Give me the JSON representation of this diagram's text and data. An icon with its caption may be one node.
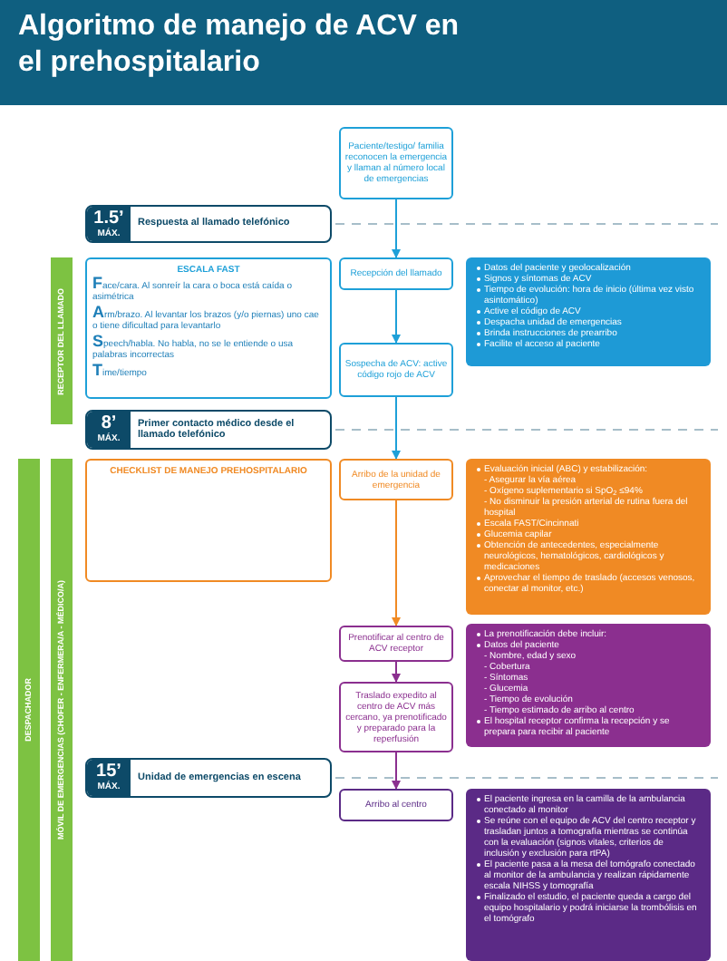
{
  "diagram": {
    "title": "Algoritmo de manejo de ACV en el prehospitalario",
    "nodes": [
      {
        "text": [
          "Paciente/testigo/ familia reconocen la emergencia y llaman al número local de emergencias"
        ]
      },
      {
        "text": [
          "1.5’",
          "MÁX.",
          "Respuesta al llamado telefónico"
        ]
      },
      {
        "text": [
          "RECEPTOR DEL LLAMADO"
        ]
      },
      {
        "text": [
          "ESCALA FAST",
          "**F**ace/cara. Al sonreír la cara o boca está caída o asimétrica",
          "**A**rm/brazo. Al levantar los brazos (y/o piernas) uno cae o tiene dificultad para levantarlo",
          "**S**peech/habla. No habla, no se le entiende o usa palabras incorrectas",
          "**T**ime/tiempo"
        ]
      },
      {
        "text": [
          "Recepción del llamado"
        ]
      },
      {
        "text": [
          "Datos del paciente y geolocalización",
          "Signos y síntomas de ACV",
          "Tiempo de evolución: hora de inicio (última vez visto asintomático)",
          "Active el código de ACV",
          "Despacha unidad de emergencias",
          "Brinda instrucciones de prearribo",
          "Facilite el acceso al paciente"
        ]
      },
      {
        "text": [
          "Sospecha de ACV: active código rojo de ACV"
        ]
      },
      {
        "text": [
          "8’",
          "MÁX.",
          "Primer contacto médico desde el llamado telefónico"
        ]
      },
      {
        "text": [
          "DESPACHADOR"
        ]
      },
      {
        "text": [
          "MÓVIL DE EMERGENCIAS (CHOFER - ENFERMERA/A - MÉDICO/A)"
        ]
      },
      {
        "text": [
          "CHECKLIST DE MANEJO PREHOSPITALARIO"
        ]
      },
      {
        "text": [
          "Arribo de la unidad de emergencia"
        ]
      },
      {
        "text": [
          "Evaluación inicial (ABC) y estabilización:",
          "- Asegurar la vía aérea",
          "- Oxígeno suplementario si SpO$_{2}$ ≤94%",
          "- No disminuir la presión arterial de rutina fuera del hospital",
          "Escala FAST/Cincinnati",
          "Glucemia capilar",
          "Obtención de antecedentes, especialmente neurológicos, hematológicos, cardiológicos y medicaciones",
          "Aprovechar el tiempo de traslado (accesos venosos, conectar al monitor, etc.)"
        ]
      },
      {
        "text": [
          "Prenotificar al centro de ACV receptor"
        ]
      },
      {
        "text": [
          "La prenotificación debe incluir:",
          "Datos del paciente",
          "- Nombre, edad y sexo",
          "- Cobertura",
          "- Síntomas",
          "- Glucemia",
          "- Tiempo de evolución",
          "- Tiempo estimado de arribo al centro",
          "El hospital receptor confirma la recepción y se prepara para recibir al paciente"
        ]
      },
      {
        "text": [
          "Traslado expedito al centro de ACV más cercano, ya prenotificado y preparado para la reperfusión"
        ]
      },
      {
        "text": [
          "15’",
          "MÁX.",
          "Unidad de emergencias en escena"
        ]
      },
      {
        "text": [
          "Arribo al centro"
        ]
      },
      {
        "text": [
          "El paciente ingresa en la camilla de la ambulancia conectado al monitor",
          "Se reúne con el equipo de ACV del centro receptor y trasladan juntos a tomografía mientras se continúa con la evaluación (signos vitales, criterios de inclusión y exclusión para rtPA)",
          "El paciente pasa a la mesa del tomógrafo conectado al monitor de la ambulancia y realizan rápidamente escala NIHSS y tomografía",
          "Finalizado el estudio, el paciente queda a cargo del equipo hospitalario y podrá iniciarse la trombólisis en el tomógrafo"
        ]
      }
    ],
    "edges": [
      {
        "from": 0,
        "to": 4,
        "arrow": "to"
      },
      {
        "from": 4,
        "to": 6,
        "arrow": "to"
      },
      {
        "from": 6,
        "to": 11,
        "arrow": "to"
      },
      {
        "from": 11,
        "to": 13,
        "arrow": "to",
        "color": "#f08a24"
      },
      {
        "from": 13,
        "to": 15,
        "arrow": "to",
        "color": "#8b2f8f"
      },
      {
        "from": 15,
        "to": 17,
        "arrow": "to",
        "color": "#8b2f8f"
      }
    ]
  }
}
